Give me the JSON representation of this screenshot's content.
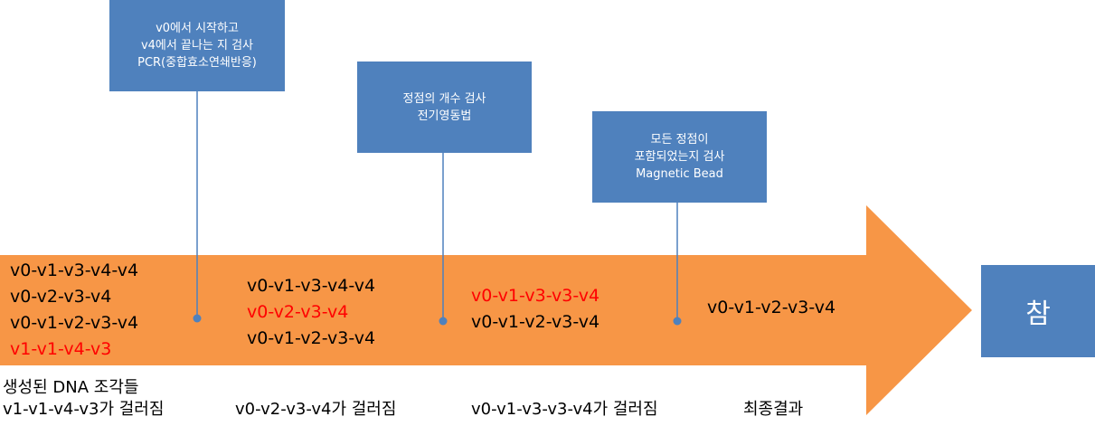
{
  "colors": {
    "arrow_fill": "#f79646",
    "box_fill": "#4f81bd",
    "box_text": "#ffffff",
    "connector": "#4f81bd",
    "text_normal": "#000000",
    "text_highlight": "#ff0000"
  },
  "tests": [
    {
      "lines": [
        "v0에서 시작하고",
        "v4에서 끝나는 지 검사",
        "PCR(중합효소연쇄반응)"
      ]
    },
    {
      "lines": [
        "정점의 개수 검사",
        "전기영동법"
      ]
    },
    {
      "lines": [
        "모든 정점이",
        "포함되었는지 검사",
        "Magnetic Bead"
      ]
    }
  ],
  "stages": [
    {
      "paths": [
        {
          "text": "v0-v1-v3-v4-v4",
          "highlight": false
        },
        {
          "text": "v0-v2-v3-v4",
          "highlight": false
        },
        {
          "text": "v0-v1-v2-v3-v4",
          "highlight": false
        },
        {
          "text": "v1-v1-v4-v3",
          "highlight": true
        }
      ],
      "caption_lines": [
        "생성된 DNA 조각들",
        "v1-v1-v4-v3가 걸러짐"
      ]
    },
    {
      "paths": [
        {
          "text": "v0-v1-v3-v4-v4",
          "highlight": false
        },
        {
          "text": "v0-v2-v3-v4",
          "highlight": true
        },
        {
          "text": "v0-v1-v2-v3-v4",
          "highlight": false
        }
      ],
      "caption_lines": [
        "v0-v2-v3-v4가 걸러짐"
      ]
    },
    {
      "paths": [
        {
          "text": "v0-v1-v3-v3-v4",
          "highlight": true
        },
        {
          "text": "v0-v1-v2-v3-v4",
          "highlight": false
        }
      ],
      "caption_lines": [
        "v0-v1-v3-v3-v4가 걸러짐"
      ]
    },
    {
      "paths": [
        {
          "text": "v0-v1-v2-v3-v4",
          "highlight": false
        }
      ],
      "caption_lines": [
        "최종결과"
      ]
    }
  ],
  "result": {
    "label": "참"
  }
}
